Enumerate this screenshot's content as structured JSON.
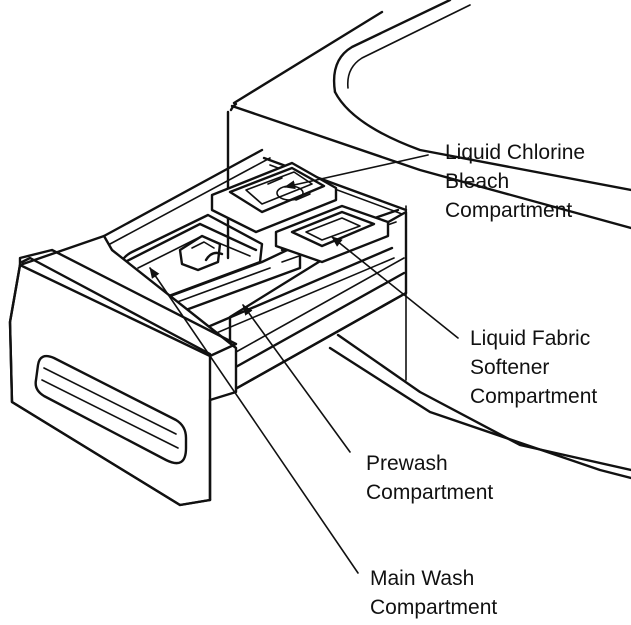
{
  "callouts": {
    "bleach": [
      "Liquid Chlorine",
      "Bleach",
      "Compartment"
    ],
    "softener": [
      "Liquid Fabric",
      "Softener",
      "Compartment"
    ],
    "prewash": [
      "Prewash",
      "Compartment"
    ],
    "main_wash": [
      "Main Wash",
      "Compartment"
    ]
  },
  "colors": {
    "ink": "#111111",
    "paper": "#ffffff"
  },
  "icons": [
    "arrowhead-icon"
  ]
}
